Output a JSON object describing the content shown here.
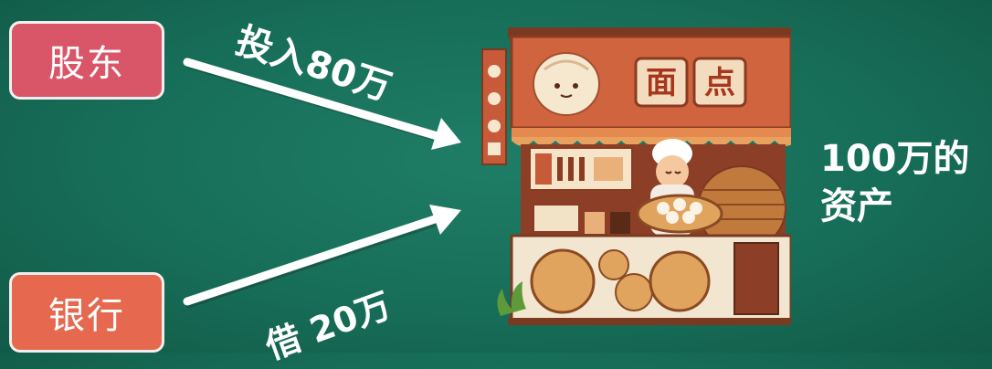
{
  "sources": {
    "shareholder": {
      "label": "股东"
    },
    "bank": {
      "label": "银行"
    }
  },
  "flows": {
    "invest": {
      "label": "投入80万"
    },
    "borrow": {
      "label": "借  20万"
    }
  },
  "result": {
    "line1": "100万的",
    "line2": "资产"
  },
  "shop_sign": "面点",
  "colors": {
    "background": "#176e58",
    "shareholder_box": "#d95669",
    "bank_box": "#e5684f",
    "shop_wall": "#d0643f"
  },
  "icons": [
    "steamed-bun-icon",
    "dumpling-stall-illustration",
    "chef-icon"
  ]
}
